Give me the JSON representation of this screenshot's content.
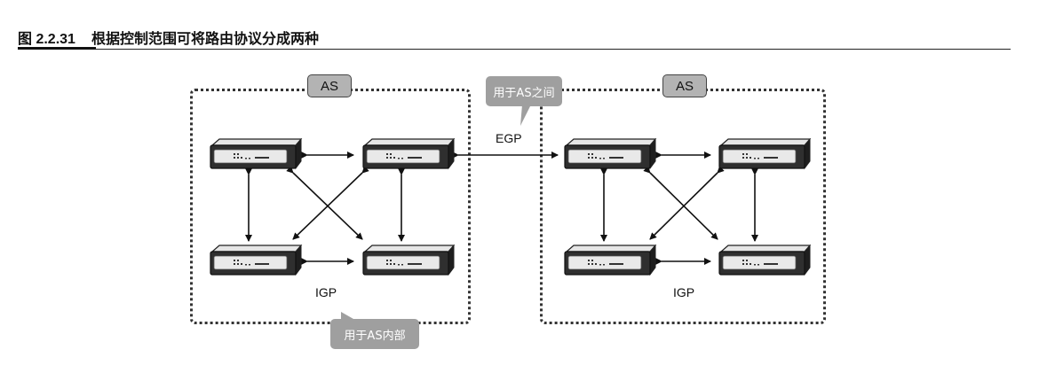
{
  "figure": {
    "number": "图 2.2.31",
    "title": "根据控制范围可将路由协议分成两种"
  },
  "left_as": {
    "tag": "AS",
    "protocol": "IGP",
    "callout": "用于AS内部"
  },
  "right_as": {
    "tag": "AS",
    "protocol": "IGP"
  },
  "inter_as": {
    "protocol": "EGP",
    "callout": "用于AS之间"
  },
  "colors": {
    "tag_fill": "#9f9f9f",
    "router_body": "#2b2b2b",
    "border": "#333333"
  },
  "icons": [
    "router-icon"
  ]
}
